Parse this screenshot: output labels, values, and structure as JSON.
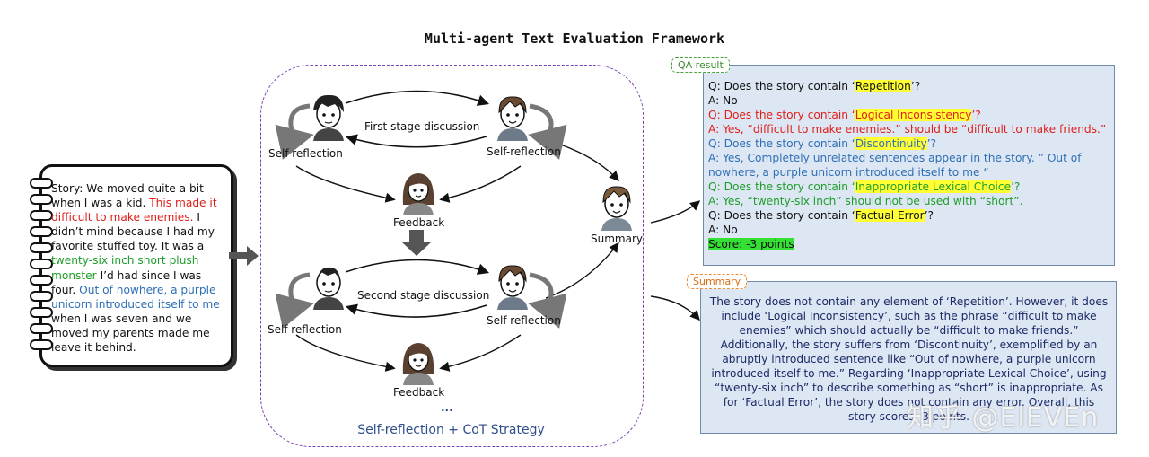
{
  "title": "Multi-agent Text Evaluation Framework",
  "story": {
    "p1": "Story: We moved quite a bit when I was a kid.",
    "p2": "This made it difficult to make enemies.",
    "p3": "I didn’t mind because I had my favorite stuffed toy. It was a",
    "p4": "twenty-six inch short plush monster",
    "p5": "I’d had since I was four.",
    "p6": "Out of nowhere, a purple unicorn introduced itself to me",
    "p7": "when I was seven and we moved my parents made me leave it behind."
  },
  "framework": {
    "first_stage": "First stage discussion",
    "second_stage": "Second stage discussion",
    "self_reflection": "Self-reflection",
    "feedback": "Feedback",
    "summary": "Summary",
    "ellipsis": "...",
    "strategy": "Self-reflection + CoT Strategy"
  },
  "qa": {
    "tag": "QA result",
    "q1_pre": "Q: Does the story contain ‘",
    "q1_hl": "Repetition",
    "q1_post": "’?",
    "a1": "A: No",
    "q2_pre": "Q: Does the story contain ‘",
    "q2_hl": "Logical Inconsistency",
    "q2_post": "’?",
    "a2": "A: Yes, “difficult to make enemies.” should be “difficult to make friends.”",
    "q3_pre": "Q: Does the story contain ‘",
    "q3_hl": "Discontinuity",
    "q3_post": "’?",
    "a3": "A: Yes, Completely unrelated sentences appear in the story. ” Out of nowhere, a purple unicorn introduced itself to me “",
    "q4_pre": "Q: Does the story contain ‘",
    "q4_hl": "Inappropriate Lexical Choice",
    "q4_post": "’?",
    "a4": "A: Yes, “twenty-six inch” should not be used with “short”.",
    "q5_pre": "Q: Does the story contain ‘",
    "q5_hl": "Factual Error",
    "q5_post": "’?",
    "a5": "A: No",
    "score": "Score: -3 points"
  },
  "summary": {
    "tag": "Summary",
    "text": "The story does not contain any element of ‘Repetition’. However, it does include ‘Logical Inconsistency’, such as the phrase “difficult to make enemies” which should actually be “difficult to make friends.” Additionally, the story suffers from ‘Discontinuity’, exemplified by an abruptly introduced sentence like “Out of nowhere, a purple unicorn introduced itself to me.” Regarding ‘Inappropriate Lexical Choice’, using “twenty-six inch” to describe something as “short” is inappropriate. As for ‘Factual Error’, the story does not contain any error. Overall, this story scores -3 points."
  },
  "watermark": "知乎 @ElEVEn",
  "colors": {
    "red": "#e0201a",
    "green": "#1f9d2a",
    "blue": "#2f6fb5",
    "frame": "#7a3fb0",
    "box": "#dde6f3"
  }
}
